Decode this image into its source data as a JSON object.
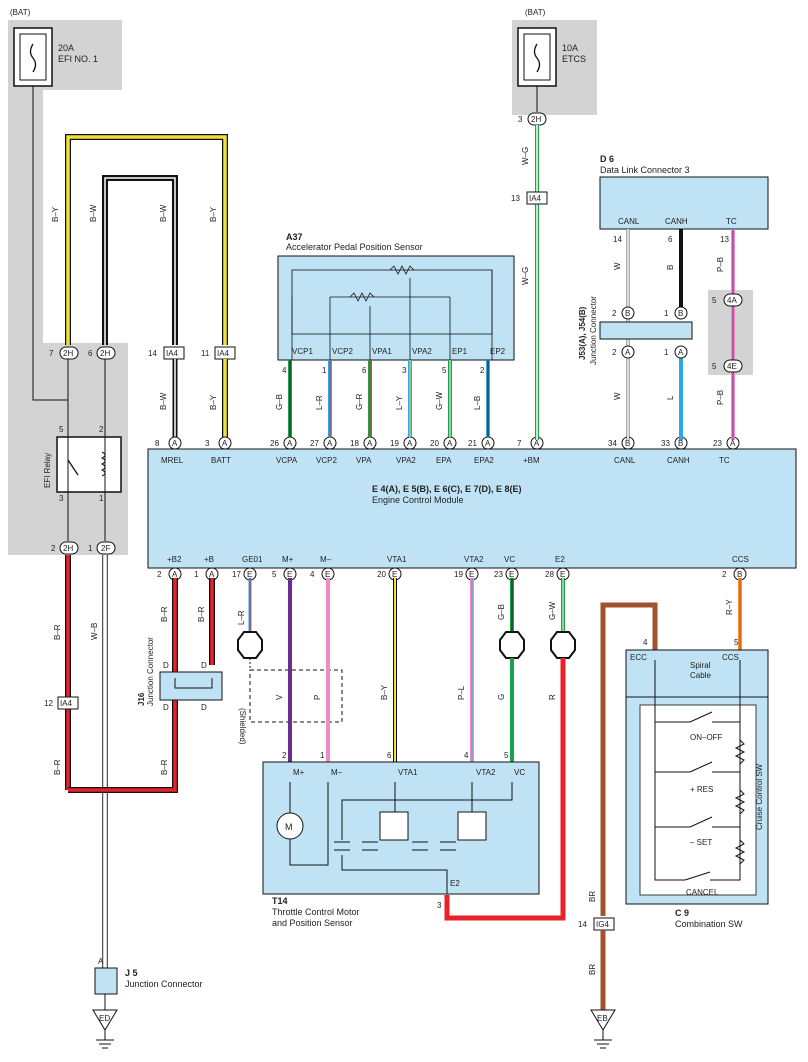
{
  "colors": {
    "box_fill": "#bfe3f5",
    "shade": "#d3d3d3",
    "wire_yellow": "#f1df3a",
    "wire_black": "#111111",
    "wire_green": "#1ba34a",
    "wire_blue": "#2ea8e8",
    "wire_red": "#e8212b",
    "wire_pink": "#f28bc3",
    "wire_violet": "#6a2c8e",
    "wire_brown": "#a0522d",
    "wire_white": "#ffffff",
    "wire_orange": "#f39a2b"
  },
  "fuses": {
    "efi": {
      "bat": "(BAT)",
      "rating": "20A",
      "name": "EFI NO. 1"
    },
    "etcs": {
      "bat": "(BAT)",
      "rating": "10A",
      "name": "ETCS"
    }
  },
  "ecm": {
    "title": "E 4(A), E 5(B), E 6(C), E 7(D), E 8(E)",
    "subtitle": "Engine Control Module",
    "top_pins": [
      {
        "num": "8",
        "conn": "A",
        "name": "MREL"
      },
      {
        "num": "3",
        "conn": "A",
        "name": "BATT"
      },
      {
        "num": "26",
        "conn": "A",
        "name": "VCPA"
      },
      {
        "num": "27",
        "conn": "A",
        "name": "VCP2"
      },
      {
        "num": "18",
        "conn": "A",
        "name": "VPA"
      },
      {
        "num": "19",
        "conn": "A",
        "name": "VPA2"
      },
      {
        "num": "20",
        "conn": "A",
        "name": "EPA"
      },
      {
        "num": "21",
        "conn": "A",
        "name": "EPA2"
      },
      {
        "num": "7",
        "conn": "A",
        "name": "+BM"
      },
      {
        "num": "34",
        "conn": "B",
        "name": "CANL"
      },
      {
        "num": "33",
        "conn": "B",
        "name": "CANH"
      },
      {
        "num": "23",
        "conn": "A",
        "name": "TC"
      }
    ],
    "bottom_pins": [
      {
        "num": "2",
        "conn": "A",
        "name": "+B2"
      },
      {
        "num": "1",
        "conn": "A",
        "name": "+B"
      },
      {
        "num": "17",
        "conn": "E",
        "name": "GE01"
      },
      {
        "num": "5",
        "conn": "E",
        "name": "M+"
      },
      {
        "num": "4",
        "conn": "E",
        "name": "M–"
      },
      {
        "num": "20",
        "conn": "E",
        "name": "VTA1"
      },
      {
        "num": "19",
        "conn": "E",
        "name": "VTA2"
      },
      {
        "num": "23",
        "conn": "E",
        "name": "VC"
      },
      {
        "num": "28",
        "conn": "E",
        "name": "E2"
      },
      {
        "num": "2",
        "conn": "B",
        "name": "CCS"
      }
    ]
  },
  "a37": {
    "id": "A37",
    "name": "Accelerator Pedal Position Sensor",
    "terms": [
      "VCP1",
      "VCP2",
      "VPA1",
      "VPA2",
      "EP1",
      "EP2"
    ],
    "pin_nums": [
      "4",
      "1",
      "6",
      "3",
      "5",
      "2"
    ],
    "wire_codes": [
      "G–B",
      "L–R",
      "G–R",
      "L–Y",
      "G–W",
      "L–B"
    ]
  },
  "d6": {
    "id": "D 6",
    "name": "Data Link Connector 3",
    "terms": [
      "CANL",
      "CANH",
      "TC"
    ],
    "pin_nums": [
      "14",
      "6",
      "13"
    ]
  },
  "j53": {
    "id": "J53(A), J54(B)",
    "name": "Junction Connector",
    "pins": [
      "2",
      "B",
      "1",
      "B",
      "2",
      "A",
      "1",
      "A"
    ]
  },
  "wire_codes": {
    "by_left": "B–Y",
    "bw_left": "B–W",
    "bw_right": "B–W",
    "by_right": "B–Y",
    "bw_vert": "B–W",
    "by_vert": "B–Y",
    "wg_top": "W–G",
    "wg_mid": "W–G",
    "w_d6": "W",
    "b_d6": "B",
    "pb_d6": "P–B",
    "w_low": "W",
    "l_low": "L",
    "pb_low": "P–B",
    "br_left": "B–R",
    "wb_left": "W–B",
    "br_j16a": "B–R",
    "br_j16b": "B–R",
    "br_bottom1": "B–R",
    "br_bottom2": "B–R",
    "lr_ge01": "L–R",
    "v_m": "V",
    "p_m": "P",
    "by_vta1": "B–Y",
    "pl_vta2": "P–L",
    "gb_vc": "G–B",
    "g_vc": "G",
    "gw_e2": "G–W",
    "r_e2": "R",
    "ry_ccs": "R–Y",
    "br_c9": "BR",
    "br_eb": "BR"
  },
  "connectors": {
    "ia4": "IA4",
    "c2h": "2H",
    "c2f": "2F",
    "c4a": "4A",
    "c4e": "4E",
    "ig4": "IG4",
    "ed": "ED",
    "eb": "EB",
    "ia4_pin_14": "14",
    "ia4_pin_11": "11",
    "ia4_pin_13": "13",
    "ia4_pin_12": "12",
    "c2h_pin_7": "7",
    "c2h_pin_6": "6",
    "c2h_pin_2": "2",
    "c2f_pin_1": "1",
    "c2h_pin_3": "3",
    "c4a_pin": "5",
    "c4e_pin": "5",
    "ig4_pin": "14"
  },
  "efi_relay": {
    "name": "EFI Relay",
    "pins": [
      "5",
      "2",
      "3",
      "1"
    ]
  },
  "j16": {
    "id": "J16",
    "name": "Junction Connector",
    "pins": [
      "D",
      "D",
      "D",
      "D"
    ]
  },
  "shielded": "(Shielded)",
  "t14": {
    "id": "T14",
    "name": "Throttle Control Motor",
    "name2": "and Position Sensor",
    "terms": [
      "M+",
      "M–",
      "VTA1",
      "VTA2",
      "VC",
      "E2"
    ],
    "pin_nums": [
      "2",
      "1",
      "6",
      "4",
      "5",
      "3"
    ],
    "motor": "M"
  },
  "c9": {
    "id": "C 9",
    "name": "Combination SW",
    "top_terms": [
      "ECC",
      "CCS"
    ],
    "pin_nums": [
      "4",
      "5"
    ],
    "spiral": "Spiral",
    "cable": "Cable",
    "switches": [
      "ON–OFF",
      "+ RES",
      "– SET",
      "CANCEL"
    ],
    "side": "Cruise Control SW"
  },
  "j5": {
    "id": "J 5",
    "name": "Junction Connector",
    "pin": "A"
  }
}
